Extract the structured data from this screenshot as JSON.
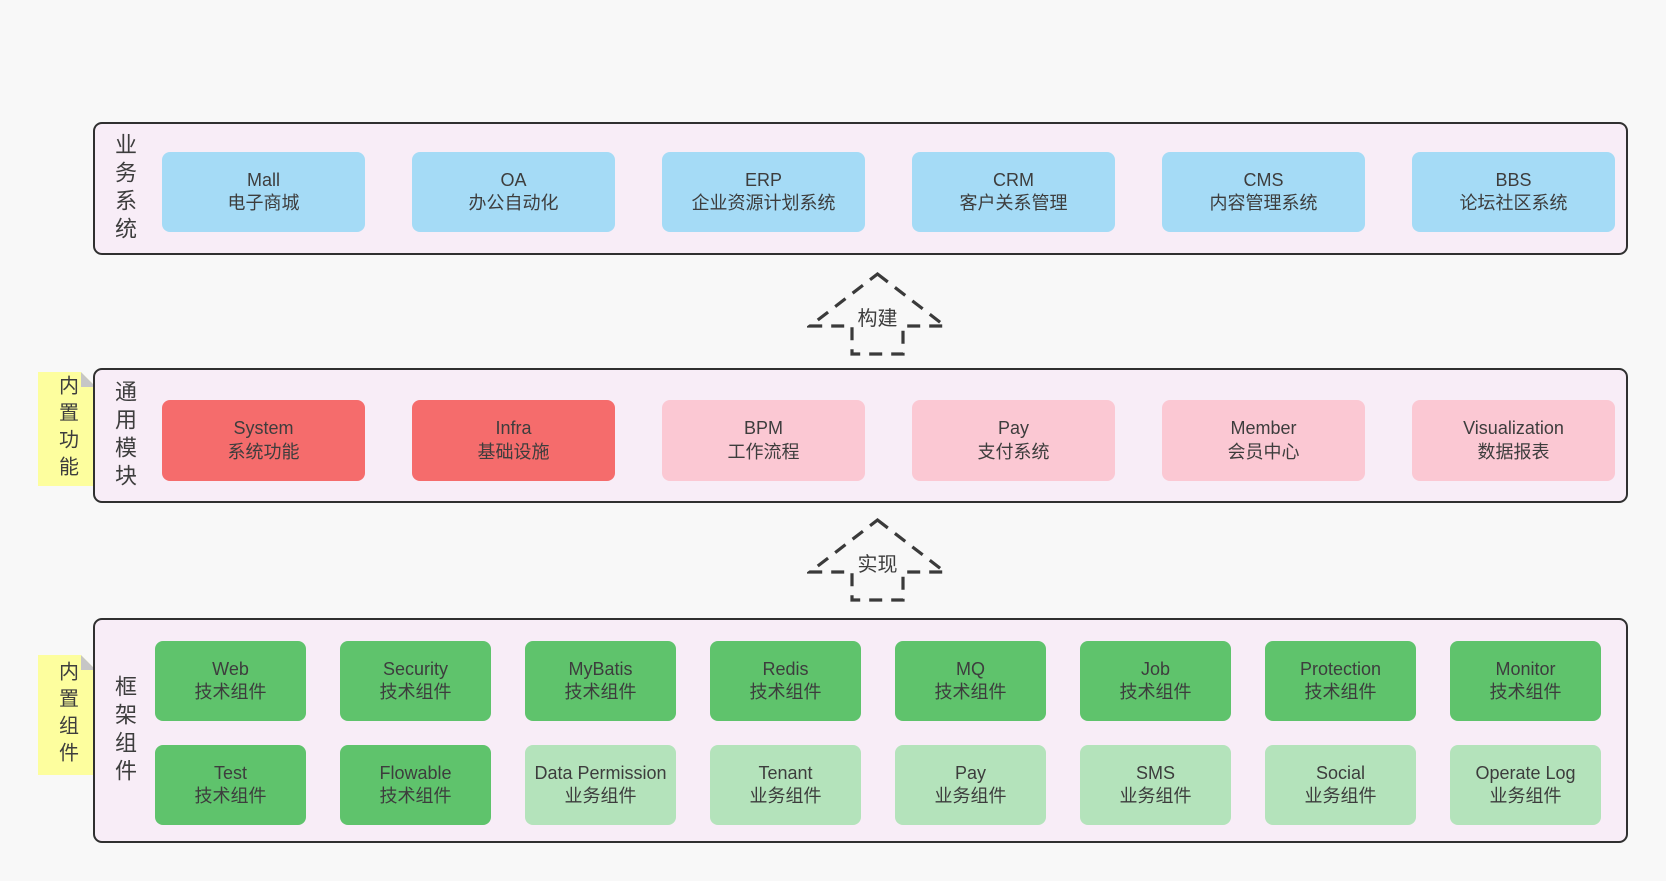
{
  "colors": {
    "page_bg": "#f8f8f8",
    "band_bg": "#f8edf7",
    "band_border": "#303030",
    "box_blue": "#a5dbf6",
    "box_red": "#f56c6c",
    "box_pink": "#fbc8d3",
    "box_green": "#5fc36c",
    "box_light_green": "#b4e3bb",
    "note_yellow": "#fdfe9e",
    "note_fold": "#c6c6c6",
    "arrow": "#3a3a3a",
    "text": "#3d3d3d"
  },
  "bands": [
    {
      "label": "业务系统",
      "boxes": [
        {
          "title": "Mall",
          "subtitle": "电子商城"
        },
        {
          "title": "OA",
          "subtitle": "办公自动化"
        },
        {
          "title": "ERP",
          "subtitle": "企业资源计划系统"
        },
        {
          "title": "CRM",
          "subtitle": "客户关系管理"
        },
        {
          "title": "CMS",
          "subtitle": "内容管理系统"
        },
        {
          "title": "BBS",
          "subtitle": "论坛社区系统"
        }
      ]
    },
    {
      "label": "通用模块",
      "note": "内置功能",
      "boxes": [
        {
          "title": "System",
          "subtitle": "系统功能"
        },
        {
          "title": "Infra",
          "subtitle": "基础设施"
        },
        {
          "title": "BPM",
          "subtitle": "工作流程"
        },
        {
          "title": "Pay",
          "subtitle": "支付系统"
        },
        {
          "title": "Member",
          "subtitle": "会员中心"
        },
        {
          "title": "Visualization",
          "subtitle": "数据报表"
        }
      ]
    },
    {
      "label": "框架组件",
      "note": "内置组件",
      "rows": [
        [
          {
            "title": "Web",
            "subtitle": "技术组件"
          },
          {
            "title": "Security",
            "subtitle": "技术组件"
          },
          {
            "title": "MyBatis",
            "subtitle": "技术组件"
          },
          {
            "title": "Redis",
            "subtitle": "技术组件"
          },
          {
            "title": "MQ",
            "subtitle": "技术组件"
          },
          {
            "title": "Job",
            "subtitle": "技术组件"
          },
          {
            "title": "Protection",
            "subtitle": "技术组件"
          },
          {
            "title": "Monitor",
            "subtitle": "技术组件"
          }
        ],
        [
          {
            "title": "Test",
            "subtitle": "技术组件"
          },
          {
            "title": "Flowable",
            "subtitle": "技术组件"
          },
          {
            "title": "Data Permission",
            "subtitle": "业务组件"
          },
          {
            "title": "Tenant",
            "subtitle": "业务组件"
          },
          {
            "title": "Pay",
            "subtitle": "业务组件"
          },
          {
            "title": "SMS",
            "subtitle": "业务组件"
          },
          {
            "title": "Social",
            "subtitle": "业务组件"
          },
          {
            "title": "Operate Log",
            "subtitle": "业务组件"
          }
        ]
      ]
    }
  ],
  "arrows": [
    {
      "label": "构建"
    },
    {
      "label": "实现"
    }
  ]
}
